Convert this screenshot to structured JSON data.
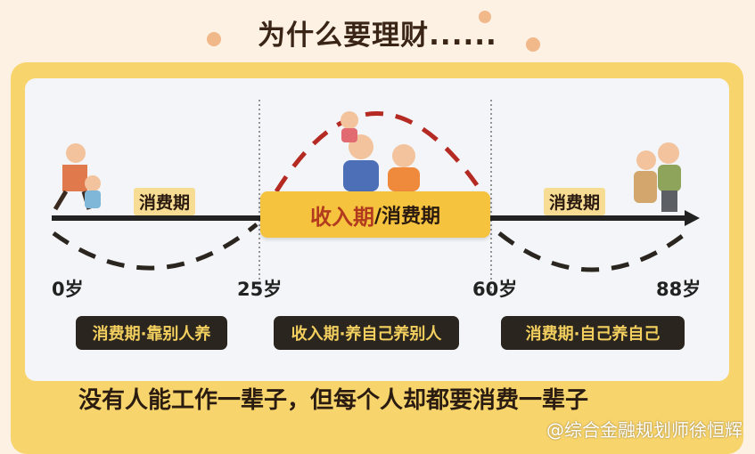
{
  "title": "为什么要理财......",
  "timeline": {
    "stage_tags": [
      "消费期",
      "消费期"
    ],
    "middle_stage": {
      "income": "收入期",
      "consume": "/消费期"
    },
    "ages": [
      "0岁",
      "25岁",
      "60岁",
      "88岁"
    ],
    "stage_labels": [
      "消费期·靠别人养",
      "收入期·养自己养别人",
      "消费期·自己养自己"
    ]
  },
  "footer": "没有人能工作一辈子，但每个人却都要消费一辈子",
  "watermark": "@综合金融规划师徐恒辉",
  "colors": {
    "frame": "#f8d46c",
    "middle_box": "#f6c33e",
    "income_text": "#b23a1e",
    "dashed_arc": "#b52a22",
    "label_text": "#f3cf5e"
  }
}
